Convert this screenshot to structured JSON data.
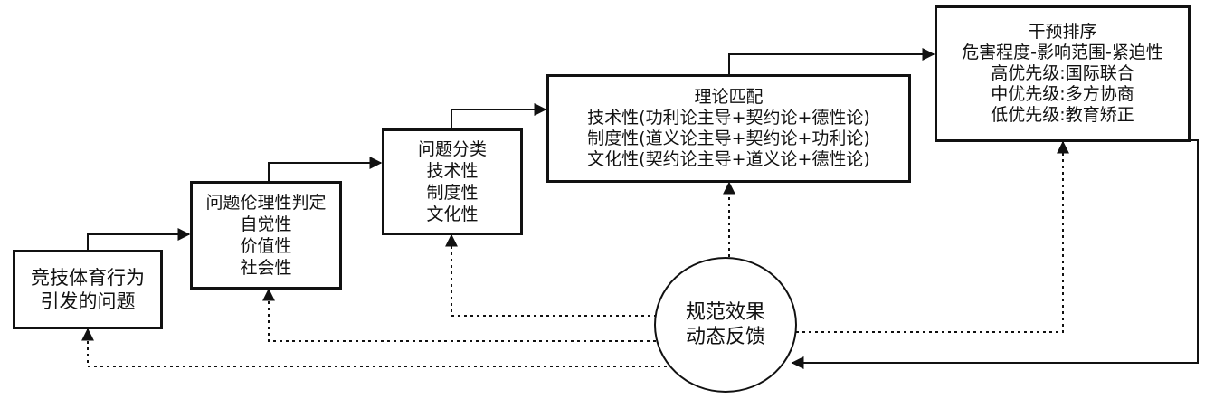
{
  "nodes": {
    "problem": {
      "lines": [
        "竞技体育行为",
        "引发的问题"
      ]
    },
    "ethics": {
      "lines": [
        "问题伦理性判定",
        "自觉性",
        "价值性",
        "社会性"
      ]
    },
    "classify": {
      "lines": [
        "问题分类",
        "技术性",
        "制度性",
        "文化性"
      ]
    },
    "theory": {
      "lines": [
        "理论匹配",
        "技术性(功利论主导+契约论+德性论)",
        "制度性(道义论主导+契约论+功利论)",
        "文化性(契约论主导+道义论+德性论)"
      ]
    },
    "priority": {
      "lines": [
        "干预排序",
        "危害程度-影响范围-紧迫性",
        "高优先级:国际联合",
        "中优先级:多方协商",
        "低优先级:教育矫正"
      ]
    },
    "feedback": {
      "lines": [
        "规范效果",
        "动态反馈"
      ]
    }
  },
  "colors": {
    "stroke": "#111111",
    "background": "#ffffff"
  }
}
